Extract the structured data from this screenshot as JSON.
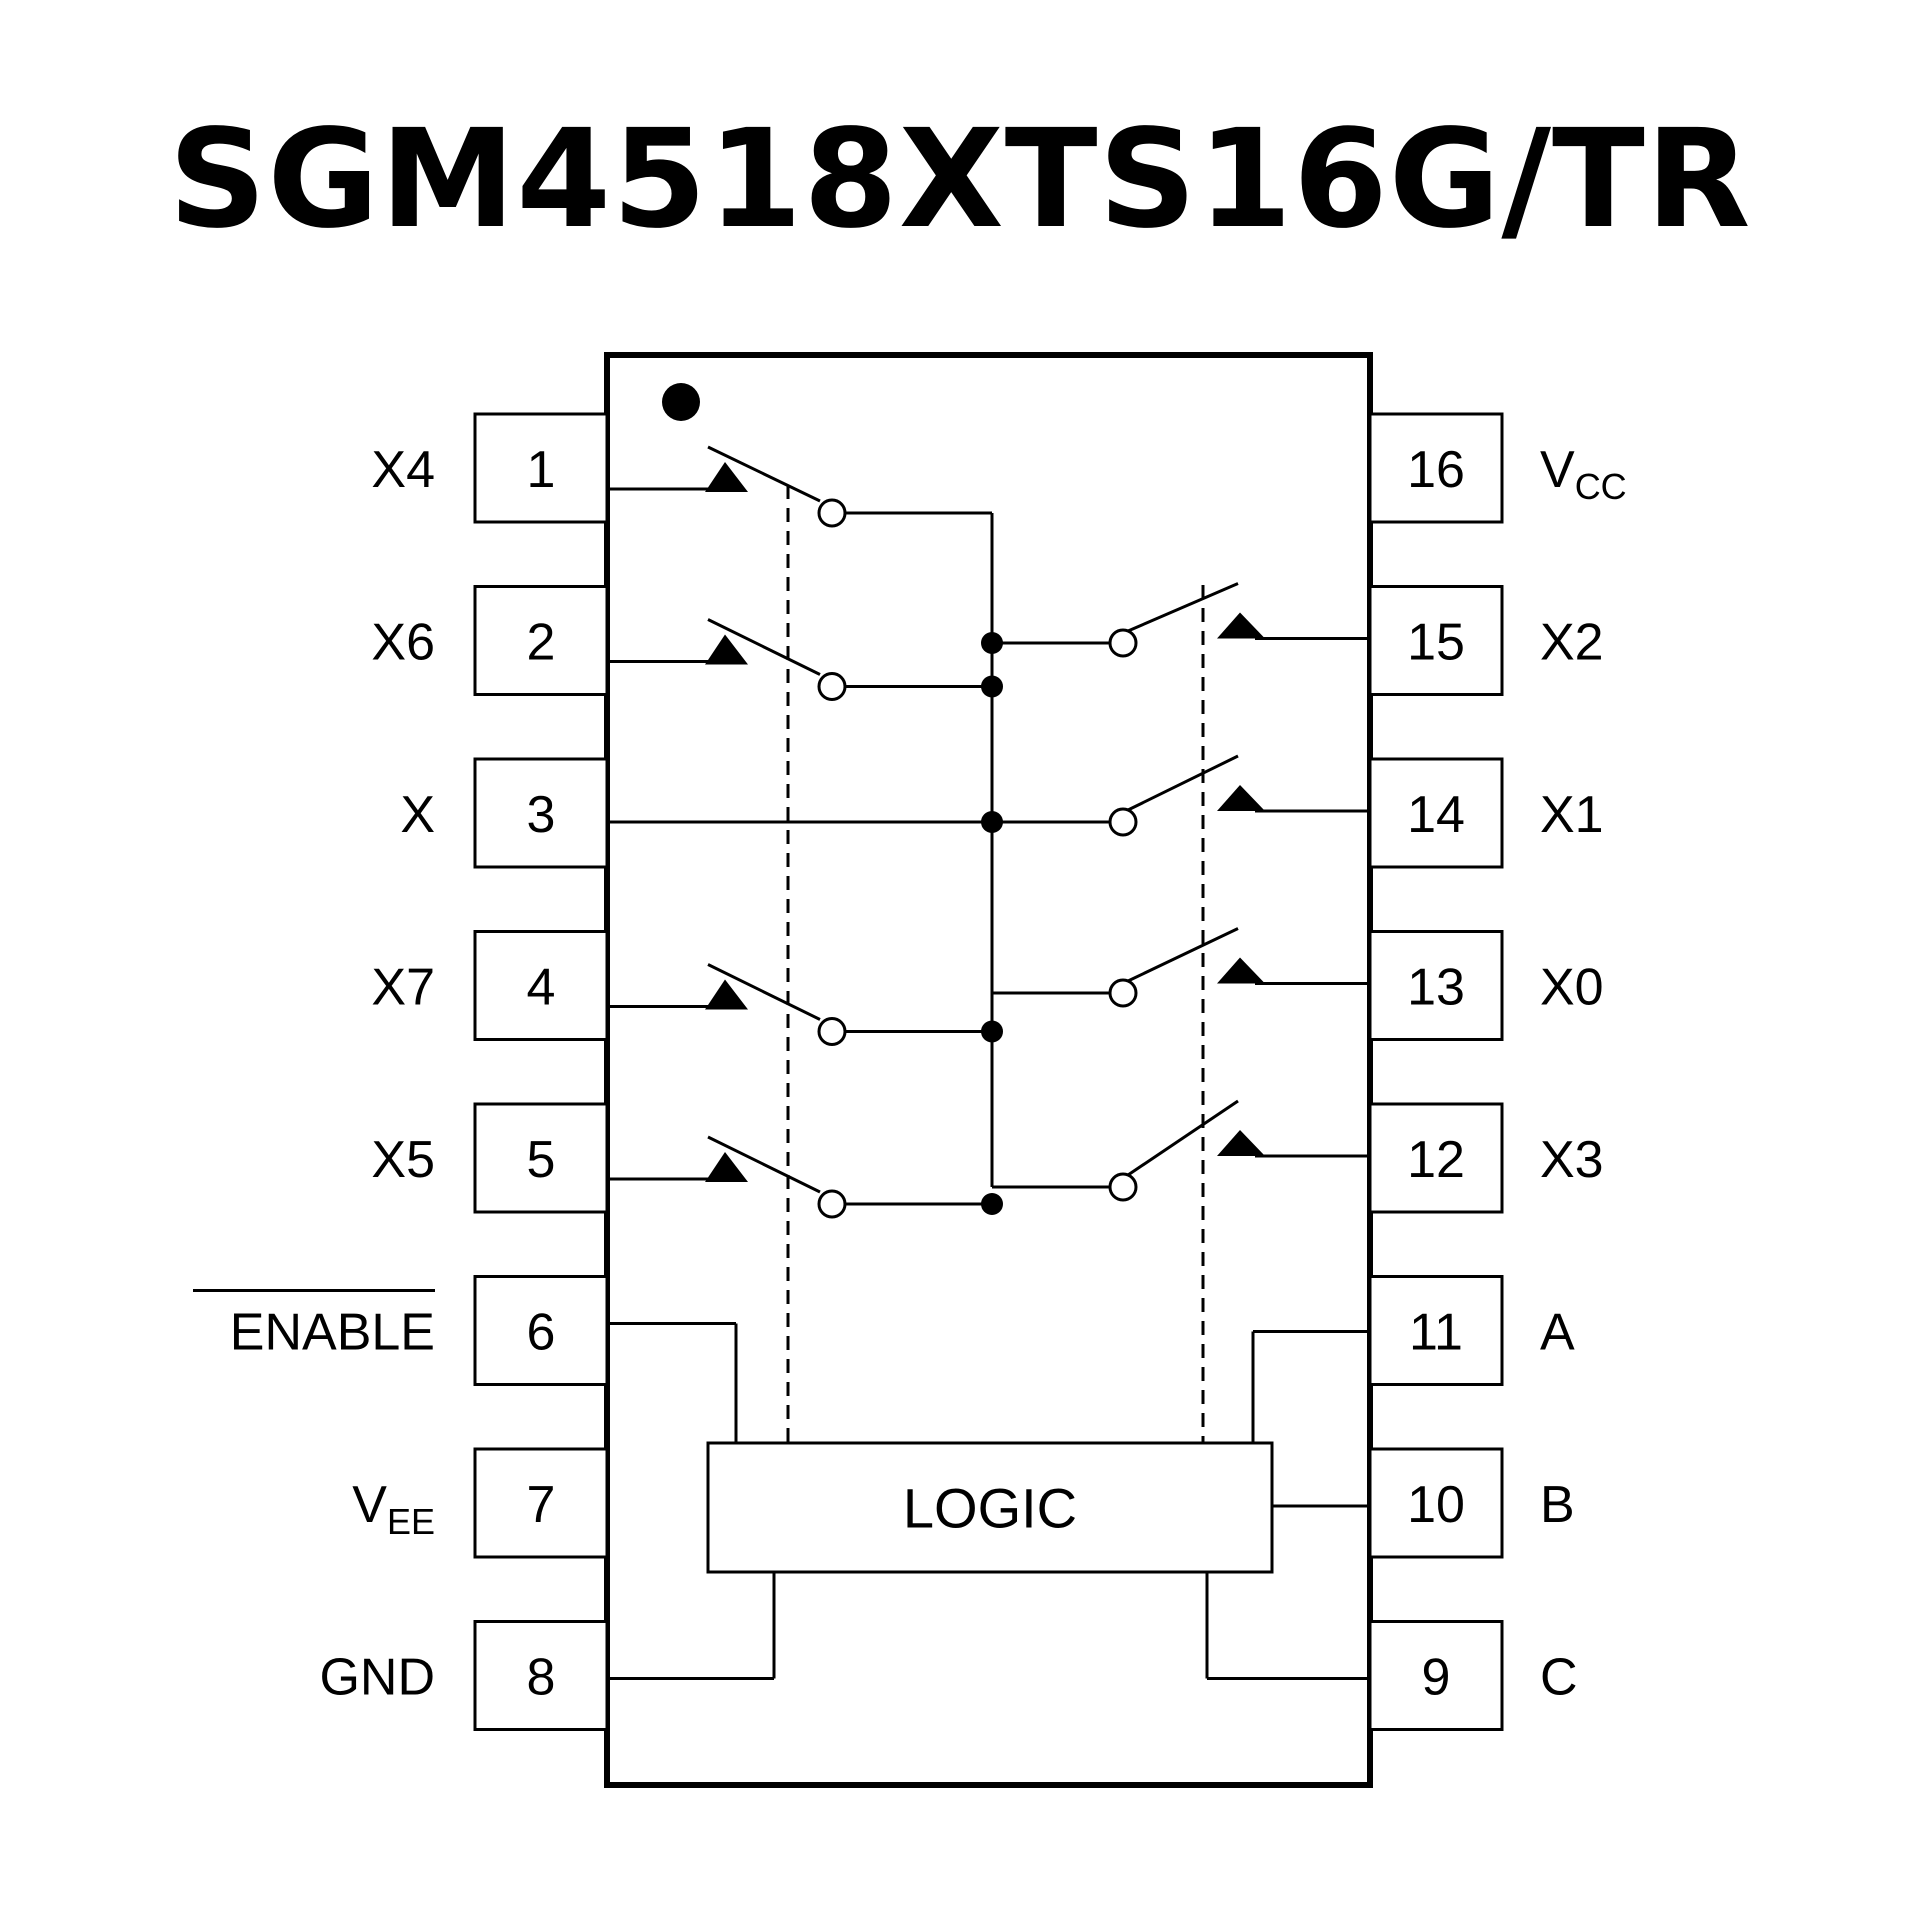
{
  "title": "SGM4518XTS16G/TR",
  "diagram": {
    "type": "IC pin-out / functional block diagram",
    "package": "16-pin",
    "logic_block_label": "LOGIC",
    "pins_left": [
      {
        "number": "1",
        "name": "X4",
        "sub": ""
      },
      {
        "number": "2",
        "name": "X6",
        "sub": ""
      },
      {
        "number": "3",
        "name": "X",
        "sub": ""
      },
      {
        "number": "4",
        "name": "X7",
        "sub": ""
      },
      {
        "number": "5",
        "name": "X5",
        "sub": ""
      },
      {
        "number": "6",
        "name": "ENABLE",
        "sub": "",
        "overline": true
      },
      {
        "number": "7",
        "name": "V",
        "sub": "EE"
      },
      {
        "number": "8",
        "name": "GND",
        "sub": ""
      }
    ],
    "pins_right": [
      {
        "number": "16",
        "name": "V",
        "sub": "CC"
      },
      {
        "number": "15",
        "name": "X2",
        "sub": ""
      },
      {
        "number": "14",
        "name": "X1",
        "sub": ""
      },
      {
        "number": "13",
        "name": "X0",
        "sub": ""
      },
      {
        "number": "12",
        "name": "X3",
        "sub": ""
      },
      {
        "number": "11",
        "name": "A",
        "sub": ""
      },
      {
        "number": "10",
        "name": "B",
        "sub": ""
      },
      {
        "number": "9",
        "name": "C",
        "sub": ""
      }
    ],
    "switches": [
      {
        "channel": "X4",
        "side": "left"
      },
      {
        "channel": "X6",
        "side": "left"
      },
      {
        "channel": "X7",
        "side": "left"
      },
      {
        "channel": "X5",
        "side": "left"
      },
      {
        "channel": "X2",
        "side": "right"
      },
      {
        "channel": "X1",
        "side": "right"
      },
      {
        "channel": "X0",
        "side": "right"
      },
      {
        "channel": "X3",
        "side": "right"
      }
    ]
  }
}
